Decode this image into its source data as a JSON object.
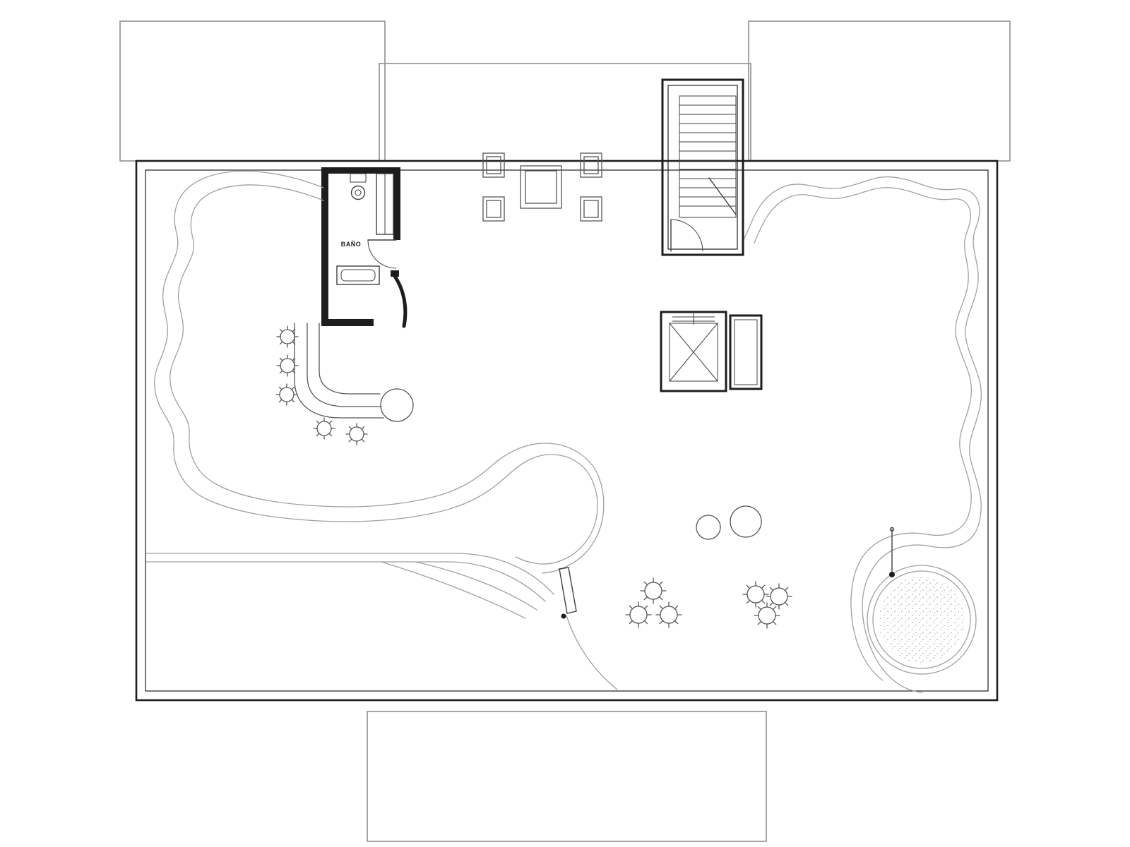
{
  "colors": {
    "background": "#ffffff",
    "wall": "#1d1d1d",
    "fixture": "#3f3f3f",
    "furniture": "#555555",
    "landscape_curve": "#a0a0a0",
    "adjacent_outline": "#8f8f8f"
  },
  "labels": {
    "bathroom": "BAÑO"
  },
  "features": [
    "adjacent-roof-outlines",
    "terrace-outer-wall",
    "staircase",
    "elevator",
    "bathroom",
    "bar-counter",
    "bar-stools",
    "dining-table-set",
    "planting-bed-curves",
    "ramp-lines",
    "gate",
    "hot-tub",
    "hand-rail",
    "planter-circles",
    "shrub-clusters"
  ]
}
